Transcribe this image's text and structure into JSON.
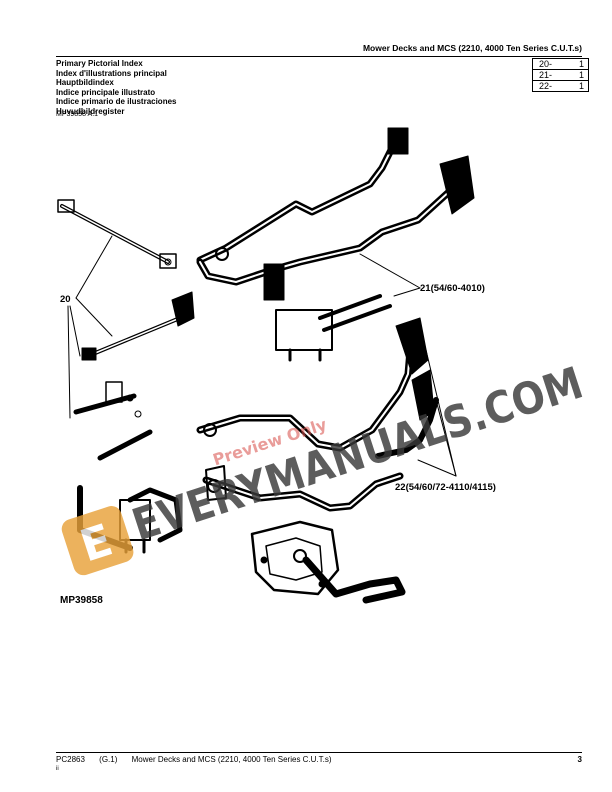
{
  "header": {
    "title": "Mower Decks and MCS (2210, 4000 Ten Series C.U.T.s)"
  },
  "index_titles": [
    "Primary Pictorial Index",
    "Index d'illustrations principal",
    "Hauptbildindex",
    "Indice principale illustrato",
    "Indice primario de ilustraciones",
    "Huvudbildregister"
  ],
  "ref_table": [
    {
      "ref": "20-",
      "qty": "1"
    },
    {
      "ref": "21-",
      "qty": "1"
    },
    {
      "ref": "22-",
      "qty": "1"
    }
  ],
  "figure_ref": "MP39858 A.1",
  "callouts": {
    "c20": "20",
    "c21": "21(54/60-4010)",
    "c22": "22(54/60/72-4110/4115)"
  },
  "figure_caption": "MP39858",
  "watermark": {
    "text": "EVERYMANUALS.COM",
    "sub": "Preview Only",
    "logo_letter": "E",
    "colors": {
      "main": "#3a3a3a",
      "accent": "#e8a23a",
      "sub": "#d9534f"
    }
  },
  "footer": {
    "code": "PC2863",
    "section": "(G.1)",
    "title": "Mower Decks and MCS (2210, 4000 Ten Series C.U.T.s)",
    "sub": "ii",
    "page": "3"
  }
}
